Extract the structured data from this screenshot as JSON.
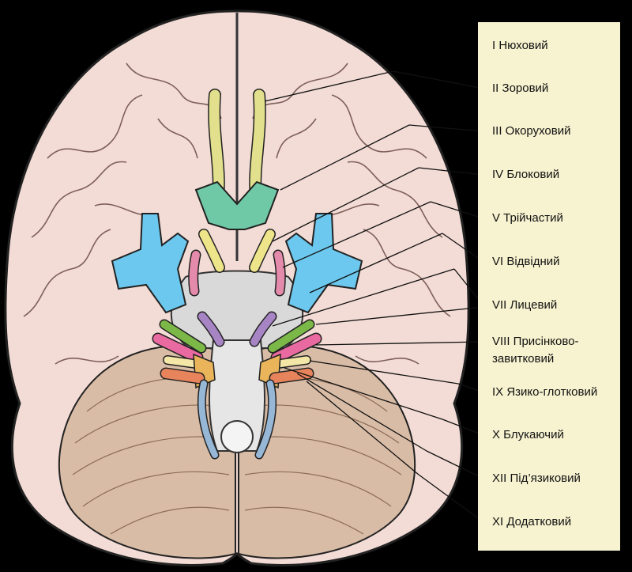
{
  "diagram": {
    "nerves": [
      {
        "label": "I Нюховий",
        "color": "#e2e08c"
      },
      {
        "label": "II Зоровий",
        "color": "#6fc9a6"
      },
      {
        "label": "III Окоруховий",
        "color": "#eee58a"
      },
      {
        "label": "IV Блоковий",
        "color": "#e48aaa"
      },
      {
        "label": "V Трійчастий",
        "color": "#6cc8ee"
      },
      {
        "label": "VI Відвідний",
        "color": "#a784c4"
      },
      {
        "label": "VII Лицевий",
        "color": "#7cb848"
      },
      {
        "label": "VIII Присінково-",
        "color": "#e96aa0"
      },
      {
        "label": "завитковий",
        "color": "#e96aa0"
      },
      {
        "label": "IX Язико-глотковий",
        "color": "#f3e6a6"
      },
      {
        "label": "X Блукаючий",
        "color": "#e9b45a"
      },
      {
        "label": "XII Під’язиковий",
        "color": "#97b7d7"
      },
      {
        "label": "XI  Додатковий",
        "color": "#e8845c"
      }
    ]
  }
}
